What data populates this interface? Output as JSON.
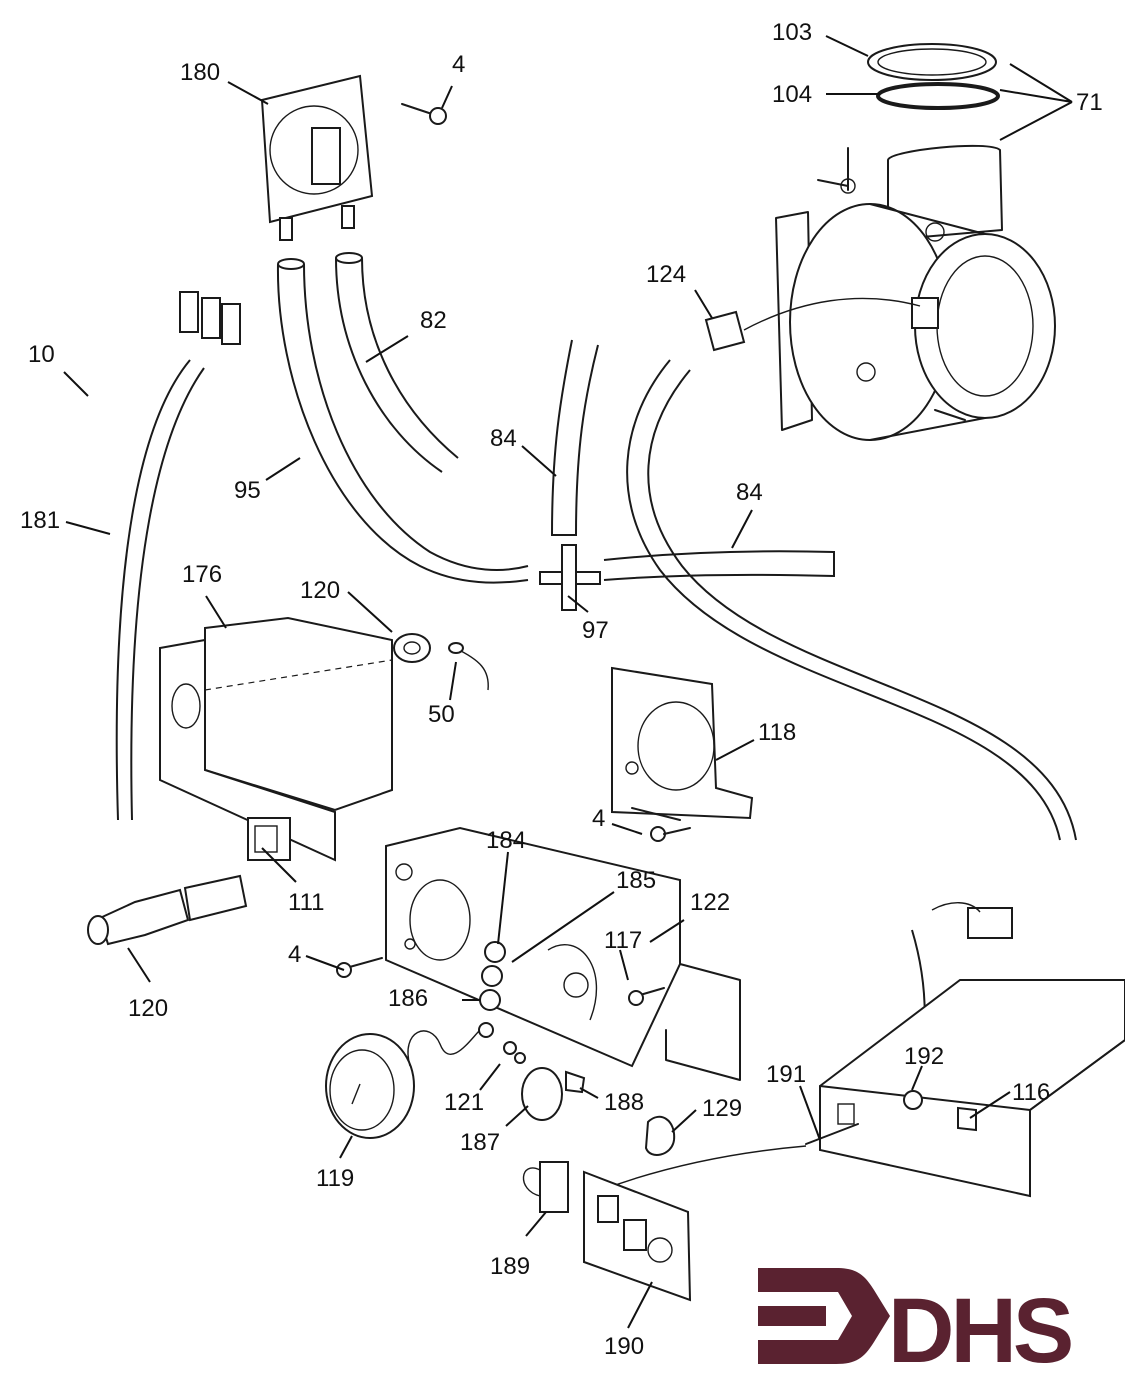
{
  "brand": {
    "logo_text": "DHS",
    "logo_color": "#5a2230"
  },
  "callouts": [
    {
      "id": "c103",
      "text": "103"
    },
    {
      "id": "c104",
      "text": "104"
    },
    {
      "id": "c71",
      "text": "71"
    },
    {
      "id": "c180",
      "text": "180"
    },
    {
      "id": "c4a",
      "text": "4"
    },
    {
      "id": "c10",
      "text": "10"
    },
    {
      "id": "c82",
      "text": "82"
    },
    {
      "id": "c124",
      "text": "124"
    },
    {
      "id": "c84a",
      "text": "84"
    },
    {
      "id": "c95",
      "text": "95"
    },
    {
      "id": "c84b",
      "text": "84"
    },
    {
      "id": "c181",
      "text": "181"
    },
    {
      "id": "c176",
      "text": "176"
    },
    {
      "id": "c120a",
      "text": "120"
    },
    {
      "id": "c97",
      "text": "97"
    },
    {
      "id": "c50",
      "text": "50"
    },
    {
      "id": "c118",
      "text": "118"
    },
    {
      "id": "c4b",
      "text": "4"
    },
    {
      "id": "c184",
      "text": "184"
    },
    {
      "id": "c185",
      "text": "185"
    },
    {
      "id": "c122",
      "text": "122"
    },
    {
      "id": "c111",
      "text": "111"
    },
    {
      "id": "c117",
      "text": "117"
    },
    {
      "id": "c4c",
      "text": "4"
    },
    {
      "id": "c186",
      "text": "186"
    },
    {
      "id": "c120b",
      "text": "120"
    },
    {
      "id": "c192",
      "text": "192"
    },
    {
      "id": "c116",
      "text": "116"
    },
    {
      "id": "c191",
      "text": "191"
    },
    {
      "id": "c121",
      "text": "121"
    },
    {
      "id": "c188",
      "text": "188"
    },
    {
      "id": "c129",
      "text": "129"
    },
    {
      "id": "c187",
      "text": "187"
    },
    {
      "id": "c119",
      "text": "119"
    },
    {
      "id": "c189",
      "text": "189"
    },
    {
      "id": "c190",
      "text": "190"
    }
  ]
}
